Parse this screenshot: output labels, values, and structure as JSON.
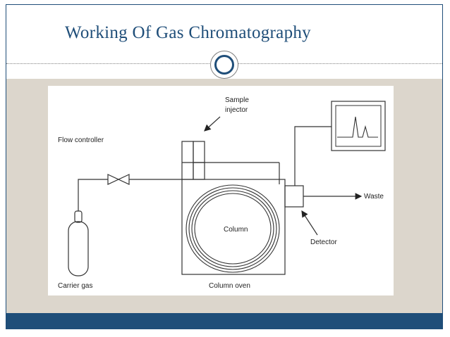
{
  "slide": {
    "title": "Working  Of  Gas  Chromatography"
  },
  "colors": {
    "accent": "#1f4e79",
    "content_background": "#dcd6cc",
    "diagram_background": "#ffffff",
    "line": "#333333"
  },
  "diagram": {
    "labels": {
      "sample_injector_line1": "Sample",
      "sample_injector_line2": "injector",
      "flow_controller": "Flow controller",
      "waste": "Waste",
      "column": "Column",
      "detector": "Detector",
      "carrier_gas": "Carrier gas",
      "column_oven": "Column oven"
    }
  }
}
